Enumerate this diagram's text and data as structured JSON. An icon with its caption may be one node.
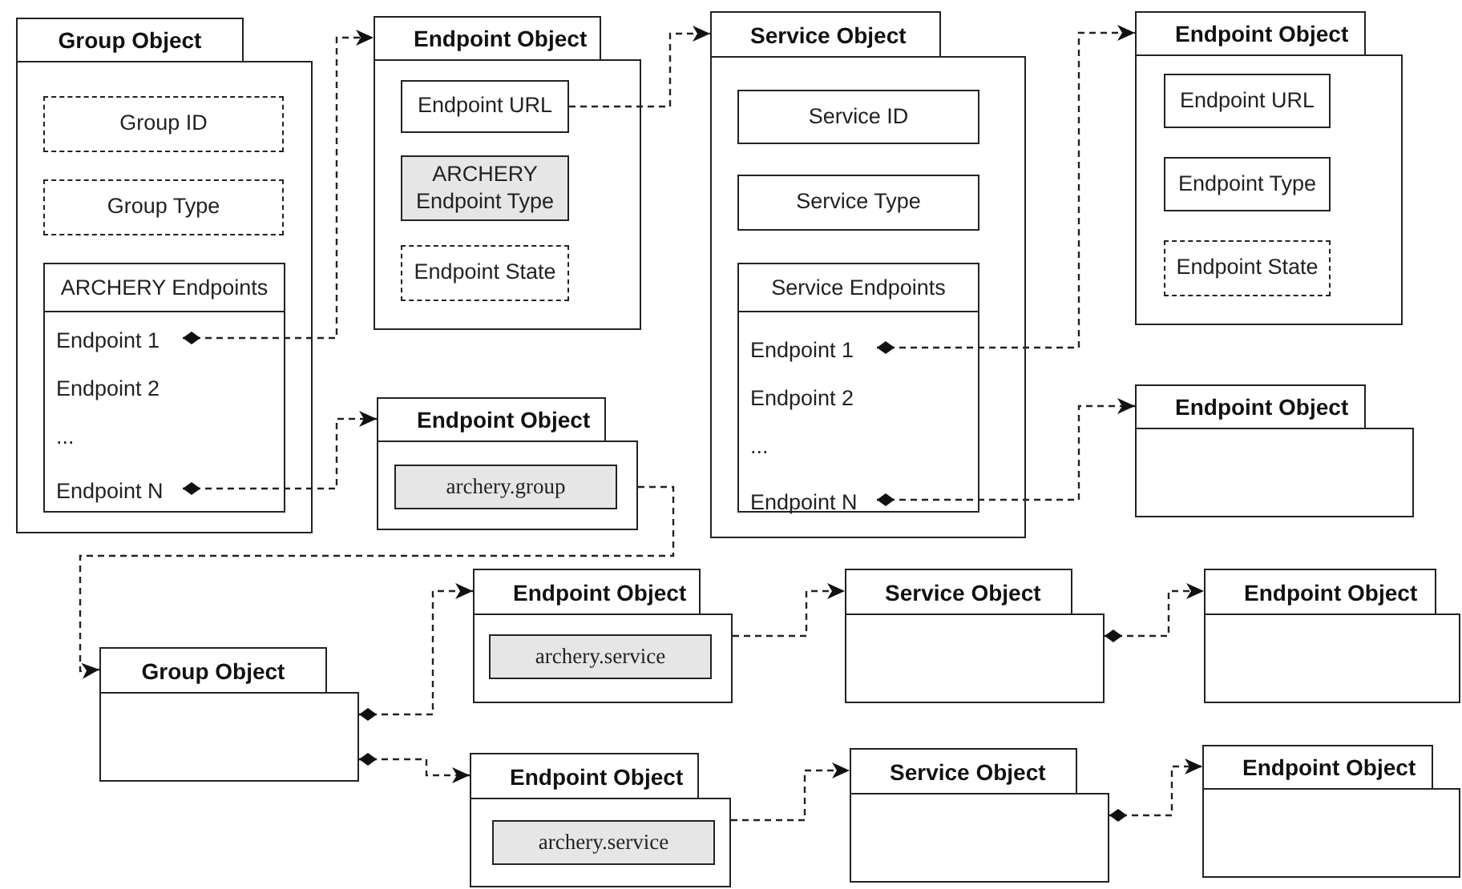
{
  "diagram": {
    "nodes": [
      {
        "text": [
          "Group Object"
        ]
      },
      {
        "text": [
          "Group ID"
        ],
        "in": 0
      },
      {
        "text": [
          "Group Type"
        ],
        "in": 0
      },
      {
        "text": [
          "ARCHERY Endpoints"
        ],
        "in": 0
      },
      {
        "text": [
          "Endpoint 1"
        ],
        "in": 3
      },
      {
        "text": [
          "Endpoint 2"
        ],
        "in": 3
      },
      {
        "text": [
          "..."
        ],
        "in": 3
      },
      {
        "text": [
          "Endpoint N"
        ],
        "in": 3
      },
      {
        "text": [
          "Endpoint Object"
        ]
      },
      {
        "text": [
          "Endpoint URL"
        ],
        "in": 8
      },
      {
        "text": [
          "ARCHERY Endpoint Type"
        ],
        "in": 8
      },
      {
        "text": [
          "Endpoint State"
        ],
        "in": 8
      },
      {
        "text": [
          "Endpoint Object"
        ]
      },
      {
        "text": [
          "archery.group"
        ],
        "in": 12
      },
      {
        "text": [
          "Service Object"
        ]
      },
      {
        "text": [
          "Service ID"
        ],
        "in": 14
      },
      {
        "text": [
          "Service Type"
        ],
        "in": 14
      },
      {
        "text": [
          "Service Endpoints"
        ],
        "in": 14
      },
      {
        "text": [
          "Endpoint 1"
        ],
        "in": 17
      },
      {
        "text": [
          "Endpoint 2"
        ],
        "in": 17
      },
      {
        "text": [
          "..."
        ],
        "in": 17
      },
      {
        "text": [
          "Endpoint N"
        ],
        "in": 17
      },
      {
        "text": [
          "Endpoint Object"
        ]
      },
      {
        "text": [
          "Endpoint URL"
        ],
        "in": 22
      },
      {
        "text": [
          "Endpoint Type"
        ],
        "in": 22
      },
      {
        "text": [
          "Endpoint State"
        ],
        "in": 22
      },
      {
        "text": [
          "Endpoint Object"
        ]
      },
      {
        "text": [
          "Endpoint Object"
        ]
      },
      {
        "text": [
          "archery.service"
        ],
        "in": 27
      },
      {
        "text": [
          "Group Object"
        ]
      },
      {
        "text": [
          "Endpoint Object"
        ]
      },
      {
        "text": [
          "archery.service"
        ],
        "in": 30
      },
      {
        "text": [
          "Service Object"
        ]
      },
      {
        "text": [
          "Endpoint Object"
        ]
      },
      {
        "text": [
          "Service Object"
        ]
      },
      {
        "text": [
          "Endpoint Object"
        ]
      }
    ],
    "edges": [
      {
        "from": 4,
        "to": 8,
        "arrow": "to",
        "style": "dashed"
      },
      {
        "from": 7,
        "to": 12,
        "arrow": "to",
        "style": "dashed"
      },
      {
        "from": 9,
        "to": 14,
        "arrow": "to",
        "style": "dashed"
      },
      {
        "from": 18,
        "to": 22,
        "arrow": "to",
        "style": "dashed"
      },
      {
        "from": 21,
        "to": 26,
        "arrow": "to",
        "style": "dashed"
      },
      {
        "from": 12,
        "to": 29,
        "arrow": "to",
        "style": "dashed"
      },
      {
        "from": 29,
        "to": 27,
        "arrow": "to",
        "style": "dashed"
      },
      {
        "from": 29,
        "to": 30,
        "arrow": "to",
        "style": "dashed"
      },
      {
        "from": 27,
        "to": 32,
        "arrow": "to",
        "style": "dashed"
      },
      {
        "from": 30,
        "to": 34,
        "arrow": "to",
        "style": "dashed"
      },
      {
        "from": 32,
        "to": 33,
        "arrow": "to",
        "style": "dashed"
      },
      {
        "from": 34,
        "to": 35,
        "arrow": "to",
        "style": "dashed"
      }
    ]
  }
}
